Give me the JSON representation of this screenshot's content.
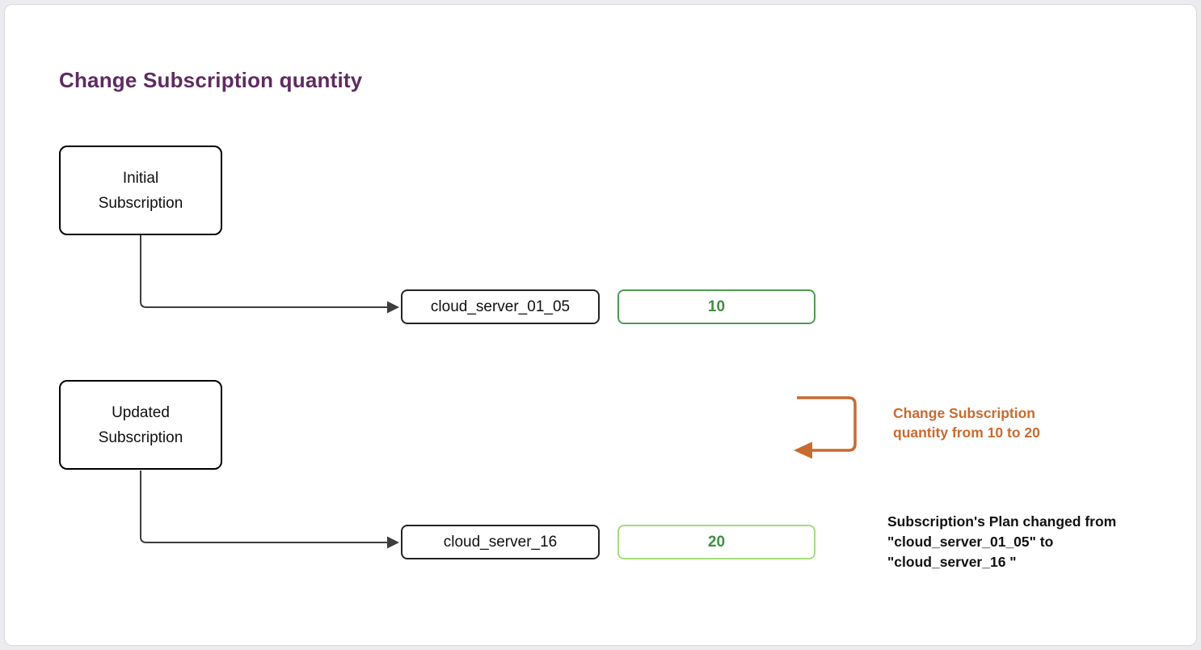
{
  "title": {
    "text": "Change Subscription quantity",
    "color": "#5e2c60"
  },
  "rows": [
    {
      "subscription_label": "Initial\nSubscription",
      "plan": "cloud_server_01_05",
      "quantity": "10",
      "quantity_border_color": "#4e9b51"
    },
    {
      "subscription_label": "Updated\nSubscription",
      "plan": "cloud_server_16",
      "quantity": "20",
      "quantity_border_color": "#a6db7b"
    }
  ],
  "quantity_text_color": "#3e9142",
  "connector_color": "#3d3d3d",
  "annotations": {
    "change_arrow": {
      "label_line1": "Change Subscription",
      "label_line2": "quantity from 10 to 20",
      "color": "#c96a2f"
    },
    "plan_change_note": {
      "line1": "Subscription's Plan changed from",
      "line2": "\"cloud_server_01_05\" to",
      "line3": "\"cloud_server_16 \"",
      "color": "#111111"
    }
  }
}
